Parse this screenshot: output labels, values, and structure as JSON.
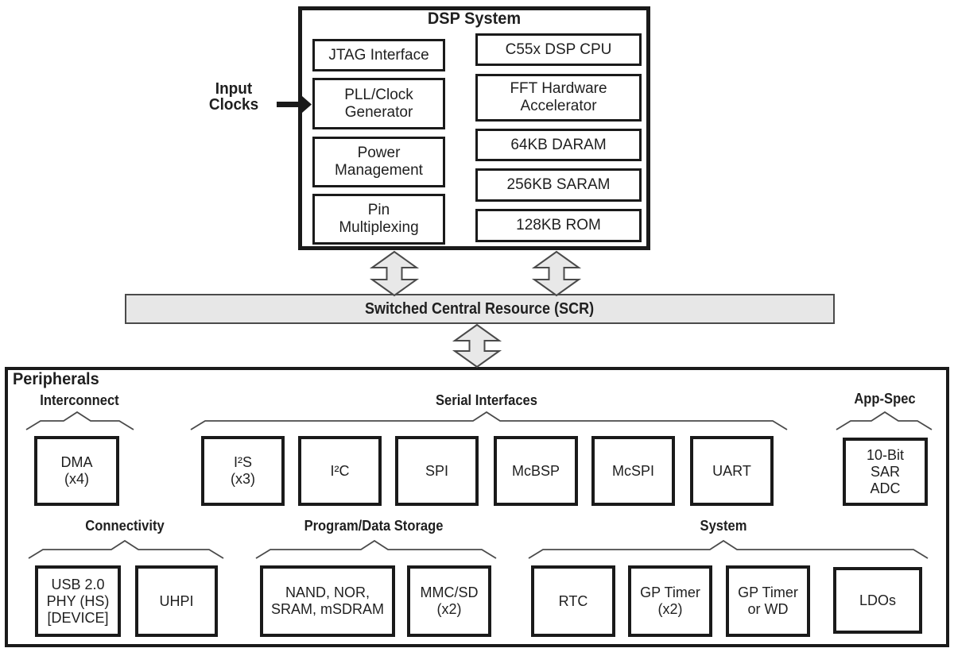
{
  "dsp": {
    "title": "DSP System",
    "blocks": {
      "jtag": "JTAG Interface",
      "pll": "PLL/Clock\nGenerator",
      "power": "Power\nManagement",
      "pinmux": "Pin\nMultiplexing",
      "cpu": "C55x DSP CPU",
      "fft": "FFT Hardware\nAccelerator",
      "daram": "64KB DARAM",
      "saram": "256KB SARAM",
      "rom": "128KB ROM"
    }
  },
  "input_clocks": {
    "label": "Input\nClocks"
  },
  "scr": {
    "label": "Switched Central Resource (SCR)"
  },
  "peripherals": {
    "title": "Peripherals",
    "interconnect": {
      "name": "Interconnect",
      "dma": "DMA\n(x4)"
    },
    "serial": {
      "name": "Serial Interfaces",
      "i2s": "I²S\n(x3)",
      "i2c": "I²C",
      "spi": "SPI",
      "mcbsp": "McBSP",
      "mcspi": "McSPI",
      "uart": "UART"
    },
    "app_spec": {
      "name": "App-Spec",
      "adc": "10-Bit\nSAR\nADC"
    },
    "connectivity": {
      "name": "Connectivity",
      "usb": "USB 2.0\nPHY (HS)\n[DEVICE]",
      "uhpi": "UHPI"
    },
    "storage": {
      "name": "Program/Data Storage",
      "memory": "NAND, NOR,\nSRAM, mSDRAM",
      "mmcsd": "MMC/SD\n(x2)"
    },
    "system": {
      "name": "System",
      "rtc": "RTC",
      "gp_timer": "GP Timer\n(x2)",
      "gp_timer_wd": "GP Timer\nor WD",
      "ldos": "LDOs"
    }
  },
  "icons": {
    "bidirectional_arrow": "double-headed-vertical-arrow",
    "input_arrow": "right-pointing-arrow",
    "group_bracket": "horizontal-brace"
  },
  "colors": {
    "background": "#ffffff",
    "box_border": "#1a1a1a",
    "text": "#1f1f1f",
    "bar_fill": "#e7e7e7",
    "arrow_fill": "#e8e8e8",
    "line_gray": "#4a4a4a"
  }
}
